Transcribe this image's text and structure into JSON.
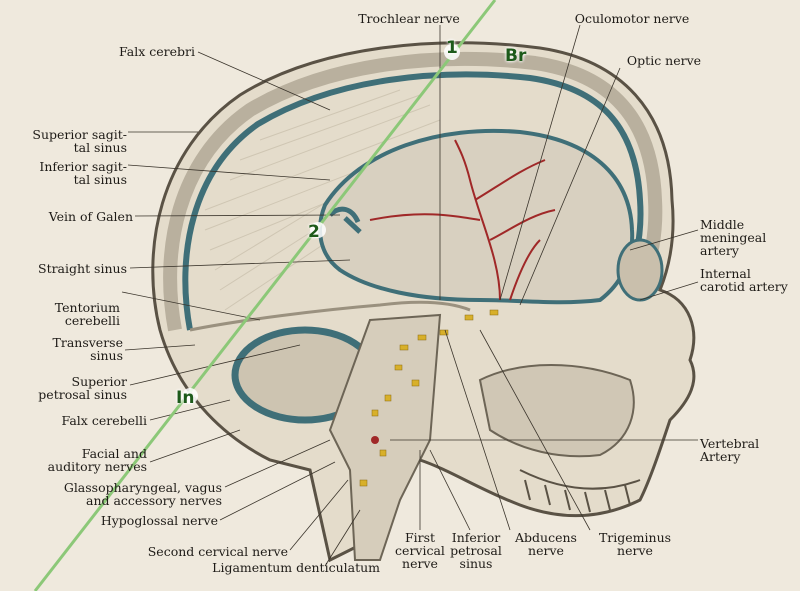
{
  "labels": {
    "trochlear": "Trochlear nerve",
    "oculomotor": "Oculomotor nerve",
    "optic": "Optic nerve",
    "falx_cerebri": "Falx cerebri",
    "sup_sag_1": "Superior sagit-",
    "sup_sag_2": "tal sinus",
    "inf_sag_1": "Inferior sagit-",
    "inf_sag_2": "tal sinus",
    "vein_galen": "Vein of Galen",
    "straight_sinus": "Straight sinus",
    "tentorium_1": "Tentorium",
    "tentorium_2": "cerebelli",
    "transverse_1": "Transverse",
    "transverse_2": "sinus",
    "sup_petrosal_1": "Superior",
    "sup_petrosal_2": "petrosal sinus",
    "falx_cerebelli": "Falx cerebelli",
    "facial_1": "Facial and",
    "facial_2": "auditory nerves",
    "glosso_1": "Glassopharyngeal, vagus",
    "glosso_2": "and accessory nerves",
    "hypoglossal": "Hypoglossal nerve",
    "second_cervical": "Second cervical nerve",
    "ligamentum": "Ligamentum denticulatum",
    "first_cervical_1": "First",
    "first_cervical_2": "cervical",
    "first_cervical_3": "nerve",
    "inf_petrosal_1": "Inferior",
    "inf_petrosal_2": "petrosal",
    "inf_petrosal_3": "sinus",
    "abducens_1": "Abducens",
    "abducens_2": "nerve",
    "trigeminus_1": "Trigeminus",
    "trigeminus_2": "nerve",
    "middle_men_1": "Middle",
    "middle_men_2": "meningeal",
    "middle_men_3": "artery",
    "int_carotid_1": "Internal",
    "int_carotid_2": "carotid artery",
    "vertebral_1": "Vertebral",
    "vertebral_2": "Artery"
  },
  "markers": {
    "m1": "1",
    "m2": "2",
    "br": "Br",
    "in": "In"
  },
  "colors": {
    "overlay_line": "#8cc878",
    "marker_text": "#1d5a1a",
    "sinus": "#3f6f78",
    "artery": "#a02828",
    "nerve": "#d8b02a"
  }
}
